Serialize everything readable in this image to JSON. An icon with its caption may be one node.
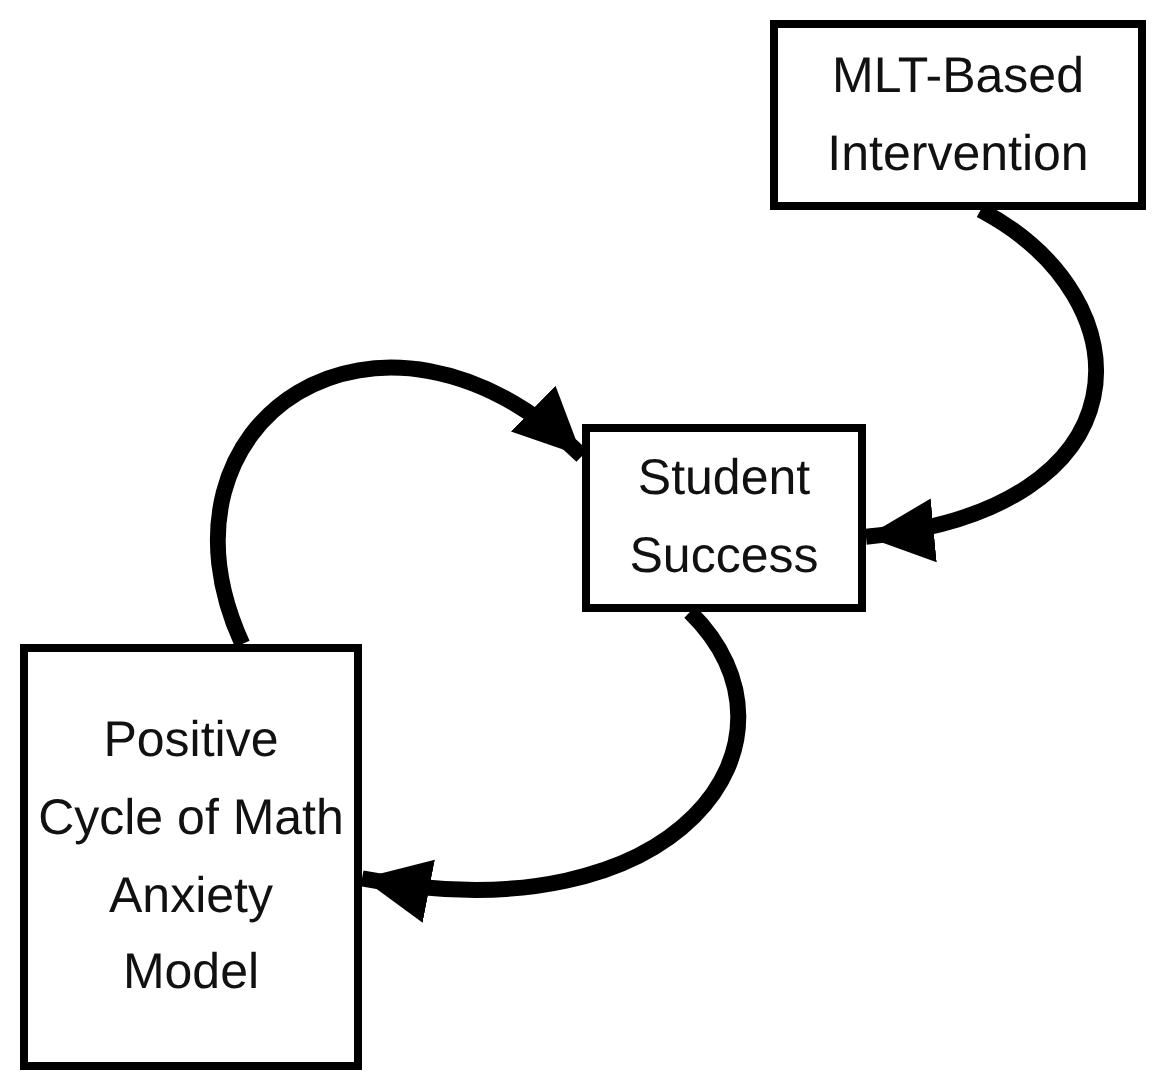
{
  "diagram": {
    "nodes": [
      {
        "text": [
          "MLT-Based Intervention"
        ]
      },
      {
        "text": [
          "Student Success"
        ]
      },
      {
        "text": [
          "Positive Cycle of Math Anxiety Model"
        ]
      }
    ],
    "edges": [
      {
        "from": 0,
        "to": 1,
        "arrow": "to"
      },
      {
        "from": 2,
        "to": 1,
        "arrow": "to"
      },
      {
        "from": 1,
        "to": 2,
        "arrow": "to"
      }
    ]
  }
}
